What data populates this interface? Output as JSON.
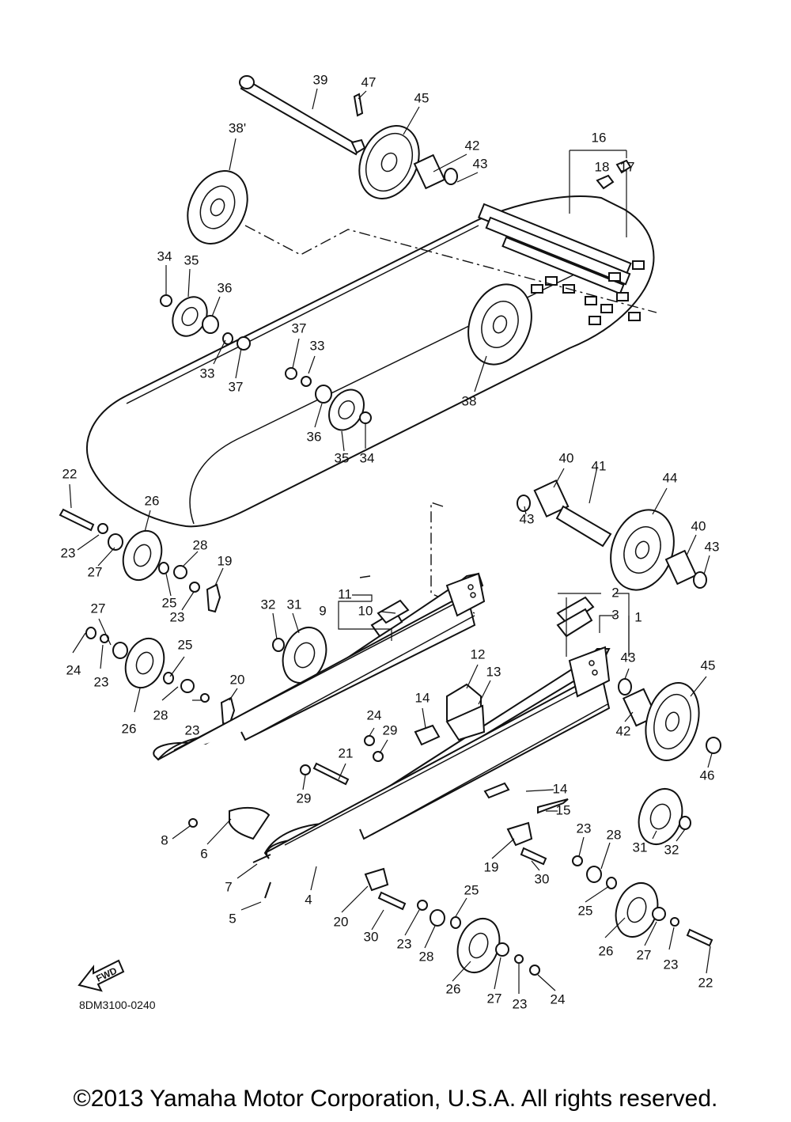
{
  "diagram": {
    "part_code": "8DM3100-0240",
    "fwd_label": "FWD",
    "copyright": "©2013 Yamaha Motor Corporation, U.S.A. All rights reserved.",
    "callouts": [
      {
        "label": "39"
      },
      {
        "label": "47"
      },
      {
        "label": "45"
      },
      {
        "label": "38'"
      },
      {
        "label": "42"
      },
      {
        "label": "43"
      },
      {
        "label": "16"
      },
      {
        "label": "18"
      },
      {
        "label": "17"
      },
      {
        "label": "34"
      },
      {
        "label": "35"
      },
      {
        "label": "36"
      },
      {
        "label": "33"
      },
      {
        "label": "37"
      },
      {
        "label": "37"
      },
      {
        "label": "33"
      },
      {
        "label": "38"
      },
      {
        "label": "36"
      },
      {
        "label": "35"
      },
      {
        "label": "34"
      },
      {
        "label": "22"
      },
      {
        "label": "26"
      },
      {
        "label": "23"
      },
      {
        "label": "27"
      },
      {
        "label": "28"
      },
      {
        "label": "19"
      },
      {
        "label": "25"
      },
      {
        "label": "23"
      },
      {
        "label": "40"
      },
      {
        "label": "41"
      },
      {
        "label": "44"
      },
      {
        "label": "43"
      },
      {
        "label": "40"
      },
      {
        "label": "43"
      },
      {
        "label": "11"
      },
      {
        "label": "9"
      },
      {
        "label": "10"
      },
      {
        "label": "2"
      },
      {
        "label": "3"
      },
      {
        "label": "1"
      },
      {
        "label": "32"
      },
      {
        "label": "31"
      },
      {
        "label": "27"
      },
      {
        "label": "24"
      },
      {
        "label": "23"
      },
      {
        "label": "25"
      },
      {
        "label": "26"
      },
      {
        "label": "28"
      },
      {
        "label": "23"
      },
      {
        "label": "20"
      },
      {
        "label": "43"
      },
      {
        "label": "45"
      },
      {
        "label": "12"
      },
      {
        "label": "13"
      },
      {
        "label": "14"
      },
      {
        "label": "24"
      },
      {
        "label": "29"
      },
      {
        "label": "42"
      },
      {
        "label": "46"
      },
      {
        "label": "21"
      },
      {
        "label": "29"
      },
      {
        "label": "14"
      },
      {
        "label": "15"
      },
      {
        "label": "8"
      },
      {
        "label": "6"
      },
      {
        "label": "31"
      },
      {
        "label": "32"
      },
      {
        "label": "23"
      },
      {
        "label": "28"
      },
      {
        "label": "19"
      },
      {
        "label": "30"
      },
      {
        "label": "7"
      },
      {
        "label": "4"
      },
      {
        "label": "25"
      },
      {
        "label": "5"
      },
      {
        "label": "20"
      },
      {
        "label": "30"
      },
      {
        "label": "23"
      },
      {
        "label": "25"
      },
      {
        "label": "28"
      },
      {
        "label": "26"
      },
      {
        "label": "27"
      },
      {
        "label": "23"
      },
      {
        "label": "22"
      },
      {
        "label": "26"
      },
      {
        "label": "27"
      },
      {
        "label": "23"
      },
      {
        "label": "24"
      }
    ]
  }
}
